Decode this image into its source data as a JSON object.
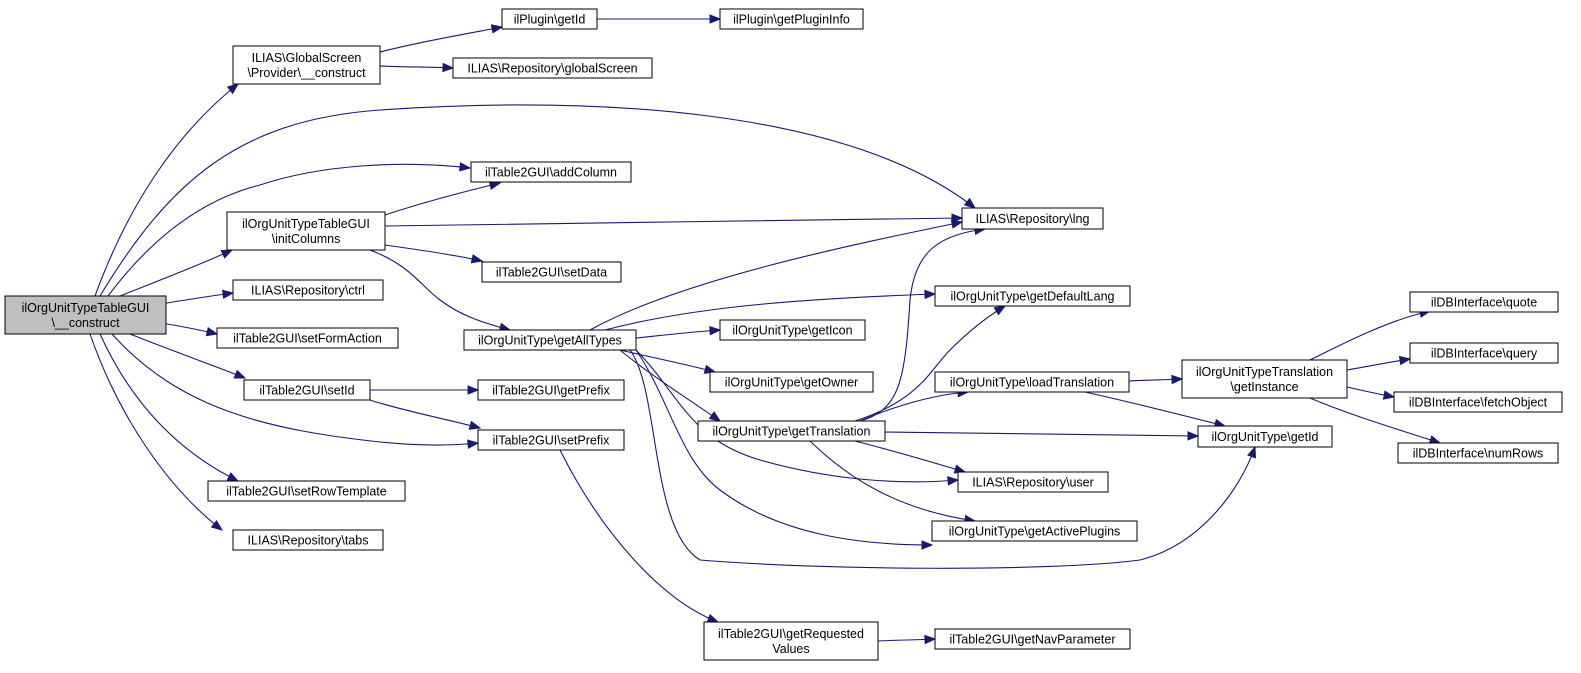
{
  "diagram": {
    "nodes": [
      {
        "id": "root",
        "lines": [
          "ilOrgUnitTypeTableGUI",
          "\\__construct"
        ]
      },
      {
        "id": "gs_construct",
        "lines": [
          "ILIAS\\GlobalScreen",
          "\\Provider\\__construct"
        ]
      },
      {
        "id": "plugin_getid",
        "lines": [
          "ilPlugin\\getId"
        ]
      },
      {
        "id": "plugin_getinfo",
        "lines": [
          "ilPlugin\\getPluginInfo"
        ]
      },
      {
        "id": "repo_globalscreen",
        "lines": [
          "ILIAS\\Repository\\globalScreen"
        ]
      },
      {
        "id": "addcolumn",
        "lines": [
          "ilTable2GUI\\addColumn"
        ]
      },
      {
        "id": "initcolumns",
        "lines": [
          "ilOrgUnitTypeTableGUI",
          "\\initColumns"
        ]
      },
      {
        "id": "repo_lng",
        "lines": [
          "ILIAS\\Repository\\lng"
        ]
      },
      {
        "id": "setdata",
        "lines": [
          "ilTable2GUI\\setData"
        ]
      },
      {
        "id": "repo_ctrl",
        "lines": [
          "ILIAS\\Repository\\ctrl"
        ]
      },
      {
        "id": "setformaction",
        "lines": [
          "ilTable2GUI\\setFormAction"
        ]
      },
      {
        "id": "getalltypes",
        "lines": [
          "ilOrgUnitType\\getAllTypes"
        ]
      },
      {
        "id": "getdefaultlang",
        "lines": [
          "ilOrgUnitType\\getDefaultLang"
        ]
      },
      {
        "id": "geticon",
        "lines": [
          "ilOrgUnitType\\getIcon"
        ]
      },
      {
        "id": "getowner",
        "lines": [
          "ilOrgUnitType\\getOwner"
        ]
      },
      {
        "id": "setid",
        "lines": [
          "ilTable2GUI\\setId"
        ]
      },
      {
        "id": "getprefix",
        "lines": [
          "ilTable2GUI\\getPrefix"
        ]
      },
      {
        "id": "loadtranslation",
        "lines": [
          "ilOrgUnitType\\loadTranslation"
        ]
      },
      {
        "id": "trans_getinstance",
        "lines": [
          "ilOrgUnitTypeTranslation",
          "\\getInstance"
        ]
      },
      {
        "id": "db_quote",
        "lines": [
          "ilDBInterface\\quote"
        ]
      },
      {
        "id": "db_query",
        "lines": [
          "ilDBInterface\\query"
        ]
      },
      {
        "id": "db_fetchobject",
        "lines": [
          "ilDBInterface\\fetchObject"
        ]
      },
      {
        "id": "db_numrows",
        "lines": [
          "ilDBInterface\\numRows"
        ]
      },
      {
        "id": "gettranslation",
        "lines": [
          "ilOrgUnitType\\getTranslation"
        ]
      },
      {
        "id": "setprefix",
        "lines": [
          "ilTable2GUI\\setPrefix"
        ]
      },
      {
        "id": "type_getid",
        "lines": [
          "ilOrgUnitType\\getId"
        ]
      },
      {
        "id": "repo_user",
        "lines": [
          "ILIAS\\Repository\\user"
        ]
      },
      {
        "id": "setrowtemplate",
        "lines": [
          "ilTable2GUI\\setRowTemplate"
        ]
      },
      {
        "id": "getactiveplugins",
        "lines": [
          "ilOrgUnitType\\getActivePlugins"
        ]
      },
      {
        "id": "repo_tabs",
        "lines": [
          "ILIAS\\Repository\\tabs"
        ]
      },
      {
        "id": "getrequestedvalues",
        "lines": [
          "ilTable2GUI\\getRequested",
          "Values"
        ]
      },
      {
        "id": "getnavparameter",
        "lines": [
          "ilTable2GUI\\getNavParameter"
        ]
      }
    ],
    "edges": [
      {
        "from": "root",
        "to": "gs_construct"
      },
      {
        "from": "root",
        "to": "repo_lng"
      },
      {
        "from": "root",
        "to": "addcolumn"
      },
      {
        "from": "root",
        "to": "initcolumns"
      },
      {
        "from": "root",
        "to": "repo_ctrl"
      },
      {
        "from": "root",
        "to": "setformaction"
      },
      {
        "from": "root",
        "to": "setid"
      },
      {
        "from": "root",
        "to": "setprefix"
      },
      {
        "from": "root",
        "to": "setrowtemplate"
      },
      {
        "from": "root",
        "to": "repo_tabs"
      },
      {
        "from": "gs_construct",
        "to": "plugin_getid"
      },
      {
        "from": "gs_construct",
        "to": "repo_globalscreen"
      },
      {
        "from": "plugin_getid",
        "to": "plugin_getinfo"
      },
      {
        "from": "initcolumns",
        "to": "addcolumn"
      },
      {
        "from": "initcolumns",
        "to": "repo_lng"
      },
      {
        "from": "initcolumns",
        "to": "setdata"
      },
      {
        "from": "initcolumns",
        "to": "getalltypes"
      },
      {
        "from": "getalltypes",
        "to": "repo_lng"
      },
      {
        "from": "getalltypes",
        "to": "getdefaultlang"
      },
      {
        "from": "getalltypes",
        "to": "geticon"
      },
      {
        "from": "getalltypes",
        "to": "getowner"
      },
      {
        "from": "getalltypes",
        "to": "gettranslation"
      },
      {
        "from": "getalltypes",
        "to": "repo_user"
      },
      {
        "from": "getalltypes",
        "to": "getactiveplugins"
      },
      {
        "from": "getalltypes",
        "to": "type_getid"
      },
      {
        "from": "setid",
        "to": "getprefix"
      },
      {
        "from": "setid",
        "to": "setprefix"
      },
      {
        "from": "setprefix",
        "to": "getrequestedvalues"
      },
      {
        "from": "getrequestedvalues",
        "to": "getnavparameter"
      },
      {
        "from": "gettranslation",
        "to": "repo_lng"
      },
      {
        "from": "gettranslation",
        "to": "getdefaultlang"
      },
      {
        "from": "gettranslation",
        "to": "loadtranslation"
      },
      {
        "from": "gettranslation",
        "to": "type_getid"
      },
      {
        "from": "gettranslation",
        "to": "repo_user"
      },
      {
        "from": "gettranslation",
        "to": "getactiveplugins"
      },
      {
        "from": "loadtranslation",
        "to": "trans_getinstance"
      },
      {
        "from": "loadtranslation",
        "to": "type_getid"
      },
      {
        "from": "trans_getinstance",
        "to": "db_quote"
      },
      {
        "from": "trans_getinstance",
        "to": "db_query"
      },
      {
        "from": "trans_getinstance",
        "to": "db_fetchobject"
      },
      {
        "from": "trans_getinstance",
        "to": "db_numrows"
      }
    ]
  }
}
